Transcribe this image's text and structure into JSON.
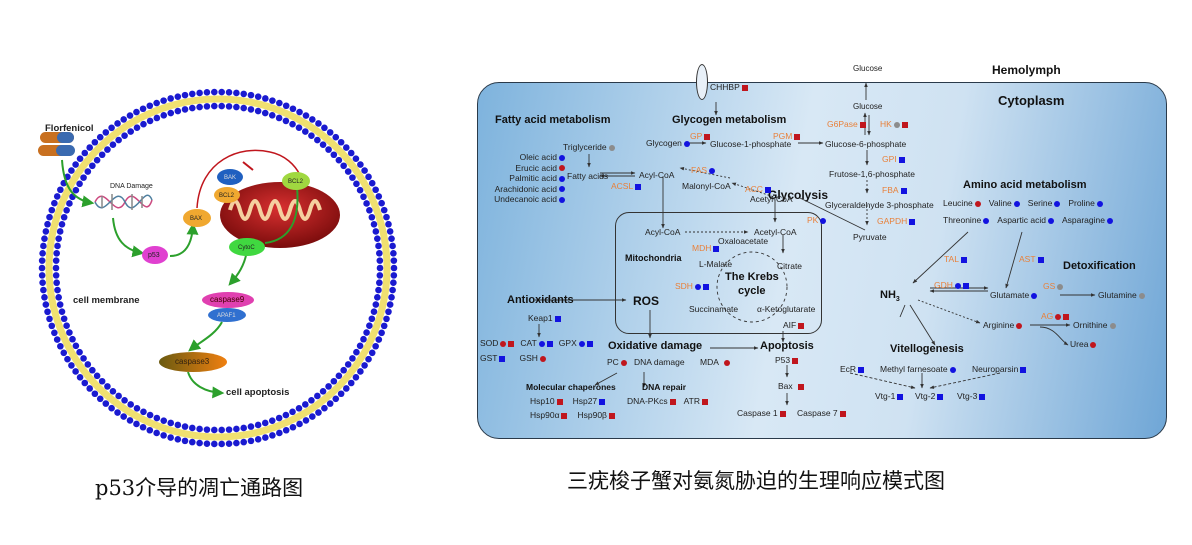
{
  "left_figure": {
    "caption": "p53介导的凋亡通路图",
    "labels": {
      "drug": "Florfenicol",
      "dna_damage": "DNA Damage",
      "p53": "p53",
      "bax": "BAX",
      "bak": "BAK",
      "bcl2_a": "BCL2",
      "bcl2_b": "BCL2",
      "cytoc": "CytoC",
      "caspase9": "caspase9",
      "apaf1": "APAF1",
      "caspase3": "caspase3",
      "cell_membrane": "cell membrane",
      "cell_apoptosis": "cell apoptosis"
    },
    "colors": {
      "membrane_head": "#1a1ad0",
      "membrane_tail": "#f0e070",
      "arrow": "#2ca02c",
      "inhibit": "#c0161d",
      "mitochondrion": "#a01515"
    }
  },
  "right_figure": {
    "caption": "三疣梭子蟹对氨氮胁迫的生理响应模式图",
    "regions": {
      "hemolymph": "Hemolymph",
      "cytoplasm": "Cytoplasm",
      "mitochondria": "Mitochondria"
    },
    "sections": {
      "fatty_acid": "Fatty acid metabolism",
      "glycogen": "Glycogen metabolism",
      "glycolysis": "Glycolysis",
      "amino_acid": "Amino acid metabolism",
      "detox": "Detoxification",
      "krebs": "The Krebs cycle",
      "krebs_1": "The Krebs",
      "krebs_2": "cycle",
      "antioxidants": "Antioxidants",
      "ros": "ROS",
      "oxidative": "Oxidative damage",
      "apoptosis": "Apoptosis",
      "vitellogenesis": "Vitellogenesis",
      "chaperones": "Molecular chaperones",
      "dna_repair": "DNA repair",
      "nh3": "NH",
      "nh3_sub": "3"
    },
    "fatty_acids": [
      {
        "name": "Oleic acid",
        "marks": [
          "dot-blue"
        ]
      },
      {
        "name": "Erucic acid",
        "marks": [
          "dot-red"
        ]
      },
      {
        "name": "Palmitic acid",
        "marks": [
          "dot-blue"
        ]
      },
      {
        "name": "Arachidonic acid",
        "marks": [
          "dot-blue"
        ]
      },
      {
        "name": "Undecanoic acid",
        "marks": [
          "dot-blue"
        ]
      }
    ],
    "metabolites": {
      "triglyceride": "Triglyceride",
      "fatty_acids": "Fatty acids",
      "acyl_coa": "Acyl-CoA",
      "malonyl_coa": "Malonyl-CoA",
      "acetyl_coa": "Acetyl-CoA",
      "glycogen": "Glycogen",
      "g1p": "Glucose-1-phosphate",
      "g6p": "Glucose-6-phosphate",
      "glucose_in": "Glucose",
      "glucose_out": "Glucose",
      "f16p": "Frutose-1,6-phosphate",
      "g3p": "Glyceraldehyde 3-phosphate",
      "pyruvate": "Pyruvate",
      "chhbp": "CHHBP",
      "mito_acyl_coa": "Acyl-CoA",
      "mito_acetyl_coa": "Acetyl-CoA",
      "oxaloacetate": "Oxaloacetate",
      "l_malate": "L-Malate",
      "citrate": "Citrate",
      "succinamate": "Succinamate",
      "ketoglutarate": "α-Ketoglutarate",
      "aif": "AIF",
      "glutamate": "Glutamate",
      "glutamine": "Glutamine",
      "arginine": "Arginine",
      "ornithine": "Ornithine",
      "urea": "Urea",
      "keap1": "Keap1",
      "pc": "PC",
      "dna_damage": "DNA damage",
      "mda": "MDA",
      "p53": "P53",
      "bax": "Bax",
      "caspase1": "Caspase 1",
      "caspase7": "Caspase 7",
      "ecr": "EcR",
      "methyl_farnesoate": "Methyl farnesoate",
      "neuroparsin": "Neuroparsin",
      "vtg1": "Vtg-1",
      "vtg2": "Vtg-2",
      "vtg3": "Vtg-3"
    },
    "enzymes": {
      "acsl": "ACSL",
      "fas": "FAS",
      "acc": "ACC",
      "gp": "GP",
      "pgm": "PGM",
      "g6pase": "G6Pase",
      "hk": "HK",
      "gpi": "GPI",
      "fba": "FBA",
      "pk": "PK",
      "gapdh": "GAPDH",
      "mdh": "MDH",
      "sdh": "SDH",
      "tal": "TAL",
      "ast": "AST",
      "gdh": "GDH",
      "gs": "GS",
      "ag": "AG"
    },
    "amino_acids": [
      {
        "name": "Leucine",
        "marks": [
          "dot-red"
        ]
      },
      {
        "name": "Valine",
        "marks": [
          "dot-blue"
        ]
      },
      {
        "name": "Serine",
        "marks": [
          "dot-blue"
        ]
      },
      {
        "name": "Proline",
        "marks": [
          "dot-blue"
        ]
      },
      {
        "name": "Threonine",
        "marks": [
          "dot-blue"
        ]
      },
      {
        "name": "Aspartic acid",
        "marks": [
          "dot-blue"
        ]
      },
      {
        "name": "Asparagine",
        "marks": [
          "dot-blue"
        ]
      }
    ],
    "antioxidant_items": [
      {
        "name": "SOD",
        "marks": [
          "dot-red",
          "sq-red"
        ]
      },
      {
        "name": "CAT",
        "marks": [
          "dot-blue",
          "sq-blue"
        ]
      },
      {
        "name": "GPX",
        "marks": [
          "dot-blue",
          "sq-blue"
        ]
      },
      {
        "name": "GST",
        "marks": [
          "sq-blue"
        ]
      },
      {
        "name": "GSH",
        "marks": [
          "dot-red"
        ]
      }
    ],
    "chaperone_items": [
      {
        "name": "Hsp10",
        "marks": [
          "sq-red"
        ]
      },
      {
        "name": "Hsp27",
        "marks": [
          "sq-blue"
        ]
      },
      {
        "name": "Hsp90α",
        "marks": [
          "sq-red"
        ]
      },
      {
        "name": "Hsp90β",
        "marks": [
          "sq-red"
        ]
      }
    ],
    "dna_repair_items": [
      {
        "name": "DNA-PKcs",
        "marks": [
          "sq-red"
        ]
      },
      {
        "name": "ATR",
        "marks": [
          "sq-red"
        ]
      }
    ],
    "colors": {
      "cytoplasm_fill_light": "#dce9f5",
      "cytoplasm_fill_dark": "#6fa8d8",
      "enzyme_text": "#e8803a",
      "marker_red": "#c0161d",
      "marker_blue": "#1212e0",
      "marker_grey": "#8c8c8c"
    }
  }
}
